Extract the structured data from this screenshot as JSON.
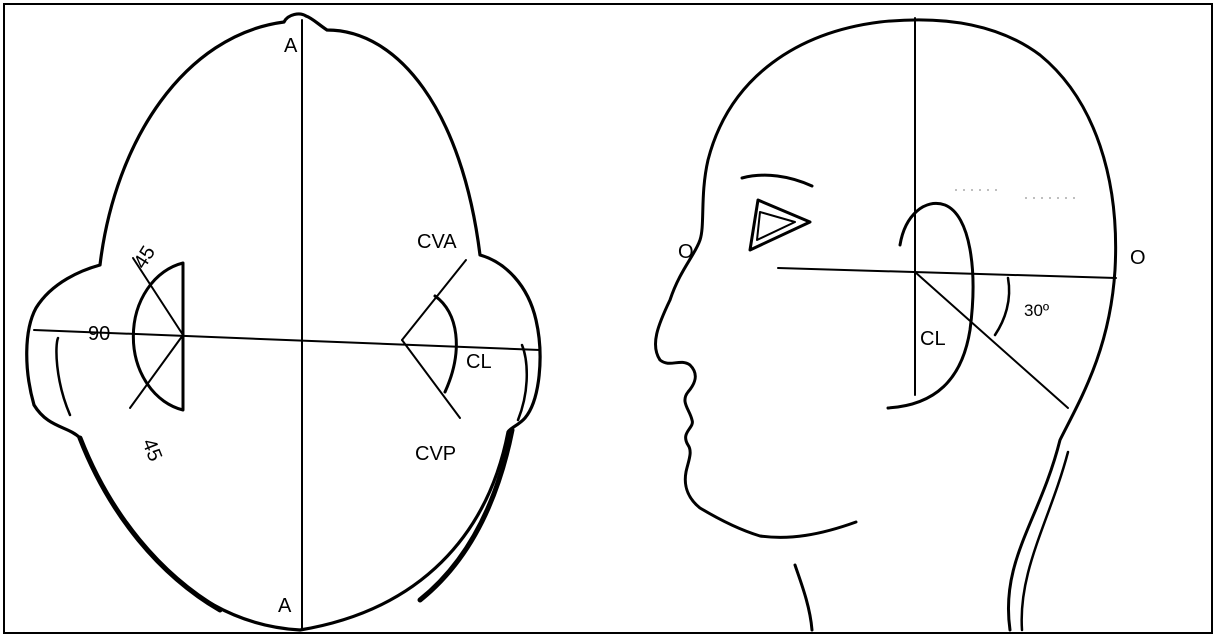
{
  "top_view": {
    "labels": {
      "a_top": "A",
      "a_bottom": "A",
      "angle_45_upper": "45",
      "angle_90": "90",
      "angle_45_lower": "45",
      "cva": "CVA",
      "cl": "CL",
      "cvp": "CVP"
    }
  },
  "side_view": {
    "labels": {
      "o_left": "O",
      "o_right": "O",
      "cl": "CL",
      "angle_30": "30º"
    }
  },
  "colors": {
    "ink": "#000000",
    "frame": "#000000",
    "background": "#ffffff"
  }
}
